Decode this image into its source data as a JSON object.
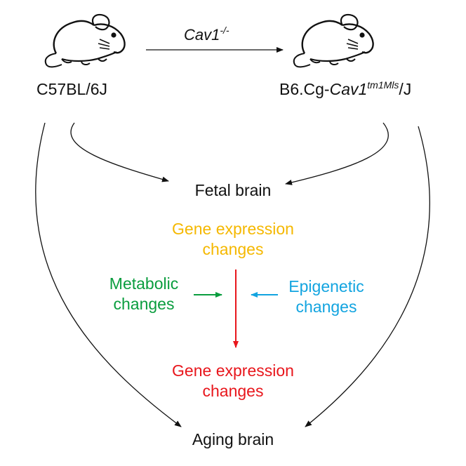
{
  "colors": {
    "line": "#111111",
    "yellow": "#f5b800",
    "green": "#0a9d3e",
    "blue": "#12a4e0",
    "red": "#e8161c"
  },
  "icons": [
    "mouse-icon",
    "mouse-icon"
  ],
  "top": {
    "transform_label": "Cav1",
    "transform_sup": "-/-",
    "strain_left": "C57BL/6J",
    "strain_right_prefix": "B6.Cg-",
    "strain_right_gene": "Cav1",
    "strain_right_sup": "tm1Mls",
    "strain_right_suffix": "/J"
  },
  "fetal_brain": "Fetal brain",
  "gene_expression_top": [
    "Gene expression",
    "changes"
  ],
  "metabolic": [
    "Metabolic",
    "changes"
  ],
  "epigenetic": [
    "Epigenetic",
    "changes"
  ],
  "gene_expression_bottom": [
    "Gene expression",
    "changes"
  ],
  "aging_brain": "Aging brain"
}
